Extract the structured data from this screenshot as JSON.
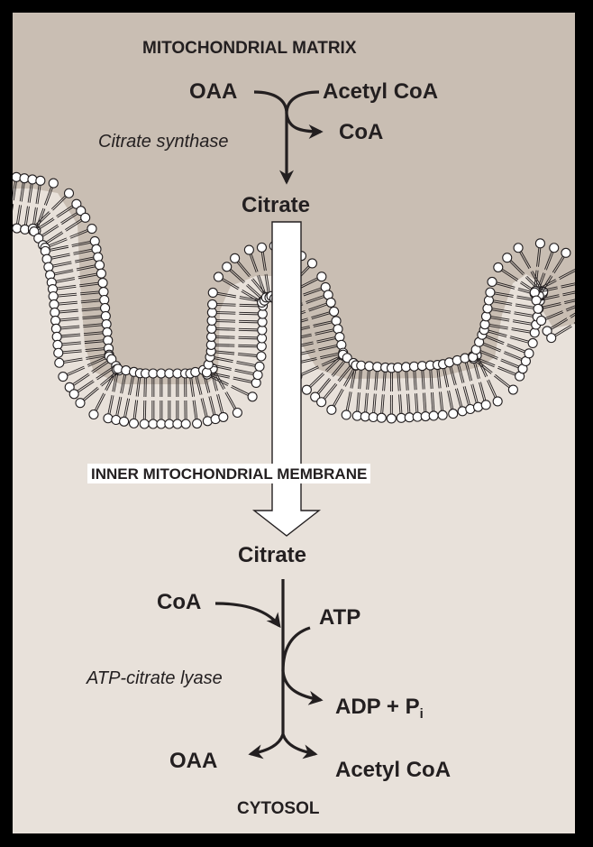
{
  "matrix_title": "MITOCHONDRIAL MATRIX",
  "matrix": {
    "oaa": "OAA",
    "acetyl_coa": "Acetyl CoA",
    "coa": "CoA",
    "enzyme": "Citrate synthase",
    "product": "Citrate"
  },
  "membrane_label": "INNER MITOCHONDRIAL MEMBRANE",
  "cytosol": {
    "citrate": "Citrate",
    "coa": "CoA",
    "atp": "ATP",
    "enzyme": "ATP-citrate lyase",
    "adp_pi": "ADP + P",
    "pi_sub": "i",
    "oaa": "OAA",
    "acetyl_coa": "Acetyl CoA"
  },
  "cytosol_title": "CYTOSOL",
  "colors": {
    "matrix_fill": "#c9beb3",
    "cytosol_fill": "#e8e1da",
    "ink": "#231f20",
    "border": "#000000"
  }
}
